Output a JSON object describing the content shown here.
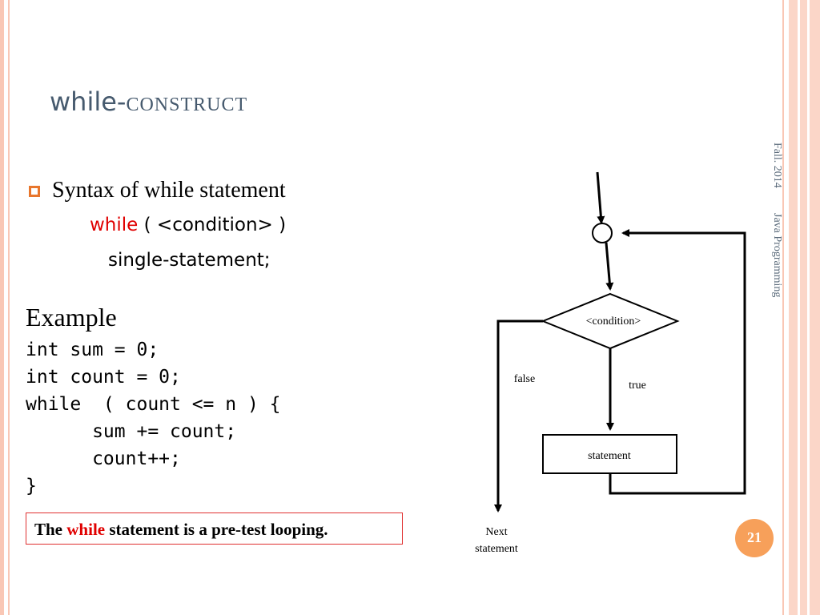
{
  "slide": {
    "title_keyword": "while-",
    "title_rest": "construct",
    "side_date": "Fall. 2014",
    "side_course": "Java Programming",
    "page_number": "21"
  },
  "bullet": {
    "text": "Syntax of while statement"
  },
  "syntax": {
    "keyword": "while",
    "condition": " ( <condition> )",
    "statement": "single-statement;"
  },
  "example": {
    "heading": "Example",
    "code": "int sum = 0;\nint count = 0;\nwhile  ( count <= n ) {\n      sum += count;\n      count++;\n}"
  },
  "note": {
    "prefix": "The ",
    "keyword": "while",
    "suffix": " statement is a pre-test looping."
  },
  "flowchart": {
    "condition_label": "<condition>",
    "false_label": "false",
    "true_label": "true",
    "statement_label": "statement",
    "next_label_line1": "Next",
    "next_label_line2": "statement"
  },
  "colors": {
    "frame": "#f9c7b5",
    "title": "#465a6e",
    "bullet": "#e8762d",
    "keyword": "#e00000",
    "badge": "#f7a05a"
  }
}
